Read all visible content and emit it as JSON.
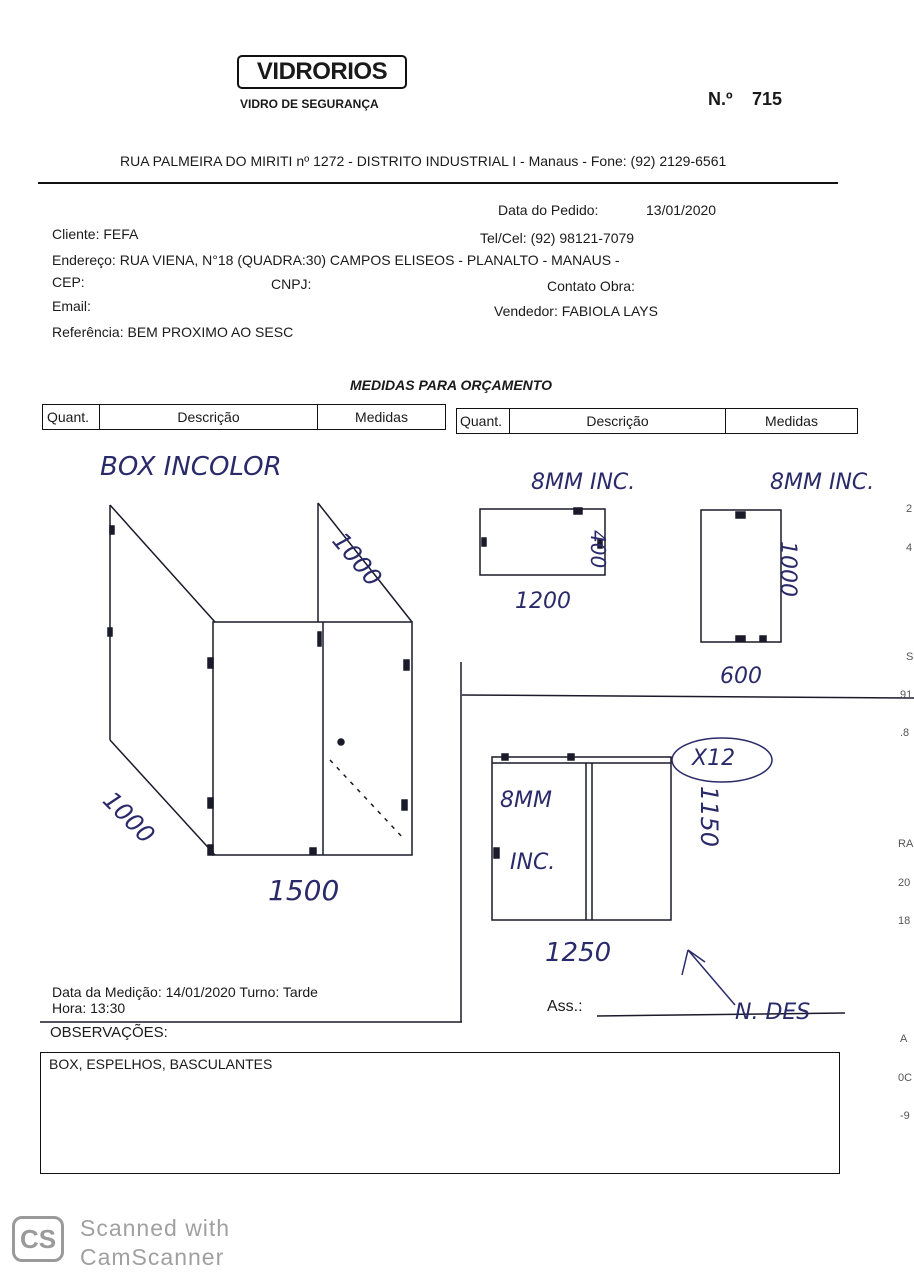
{
  "header": {
    "logo_text": "VIDRORIOS",
    "tagline": "VIDRO DE SEGURANÇA",
    "numero_label": "N.º",
    "numero_value": "715",
    "address": "RUA PALMEIRA DO MIRITI nº 1272 - DISTRITO INDUSTRIAL I - Manaus - Fone: (92) 2129-6561"
  },
  "cliente": {
    "data_pedido_label": "Data do Pedido:",
    "data_pedido_value": "13/01/2020",
    "cliente": "Cliente: FEFA",
    "telefone": "Tel/Cel: (92) 98121-7079",
    "endereco": "Endereço: RUA VIENA, N°18 (QUADRA:30) CAMPOS ELISEOS - PLANALTO - MANAUS -",
    "cep": "CEP:",
    "cnpj": "CNPJ:",
    "contato": "Contato Obra:",
    "email": "Email:",
    "vendedor": "Vendedor: FABIOLA LAYS",
    "referencia": "Referência: BEM PROXIMO AO SESC"
  },
  "medidas": {
    "title": "MEDIDAS PARA ORÇAMENTO",
    "col_quant": "Quant.",
    "col_descricao": "Descrição",
    "col_medidas": "Medidas"
  },
  "handwritten": {
    "box_label": "BOX INCOLOR",
    "glass1_label": "8MM INC.",
    "glass1_width": "1200",
    "glass1_height": "400",
    "glass2_label": "8MM INC.",
    "glass2_width": "600",
    "glass2_height": "1000",
    "box_side_top": "1000",
    "box_side_bottom": "1000",
    "box_front": "1500",
    "window_label_1": "8MM",
    "window_label_2": "INC.",
    "window_qty": "X12",
    "window_width": "1250",
    "window_height": "1150",
    "signature": "N. DES"
  },
  "footer": {
    "data_medicao": "Data da Medição: 14/01/2020  Turno: Tarde",
    "hora": "Hora: 13:30",
    "ass_label": "Ass.:",
    "observacoes_label": "OBSERVAÇÕES:",
    "observacoes_text": "BOX, ESPELHOS, BASCULANTES"
  },
  "watermark": {
    "logo": "CS",
    "line1": "Scanned with",
    "line2": "CamScanner"
  },
  "edge_fragments": [
    "2",
    "4",
    "S",
    "91",
    ".8",
    "RA",
    "20",
    "18",
    "A",
    "0C",
    "-9"
  ]
}
